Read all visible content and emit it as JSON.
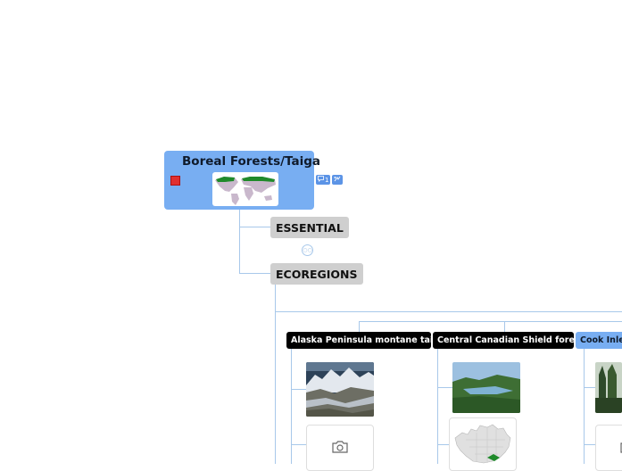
{
  "root": {
    "title": "Boreal Forests/Taiga",
    "comment_count": "1",
    "icons": [
      "flag-icon",
      "world-map-icon",
      "comment-icon",
      "link-icon"
    ]
  },
  "topics": {
    "essential": "ESSENTIAL",
    "ecoregions": "ECOREGIONS"
  },
  "ecoregions": [
    {
      "label": "Alaska Peninsula montane taiga"
    },
    {
      "label": "Central Canadian Shield forests"
    },
    {
      "label": "Cook Inlet"
    }
  ],
  "colors": {
    "root_fill": "#78aef2",
    "topic_fill": "#cfcfcf",
    "connector": "#a8c8ea",
    "dark_label": "#000000",
    "flag": "#e03030",
    "range_green": "#1f8a2a"
  }
}
